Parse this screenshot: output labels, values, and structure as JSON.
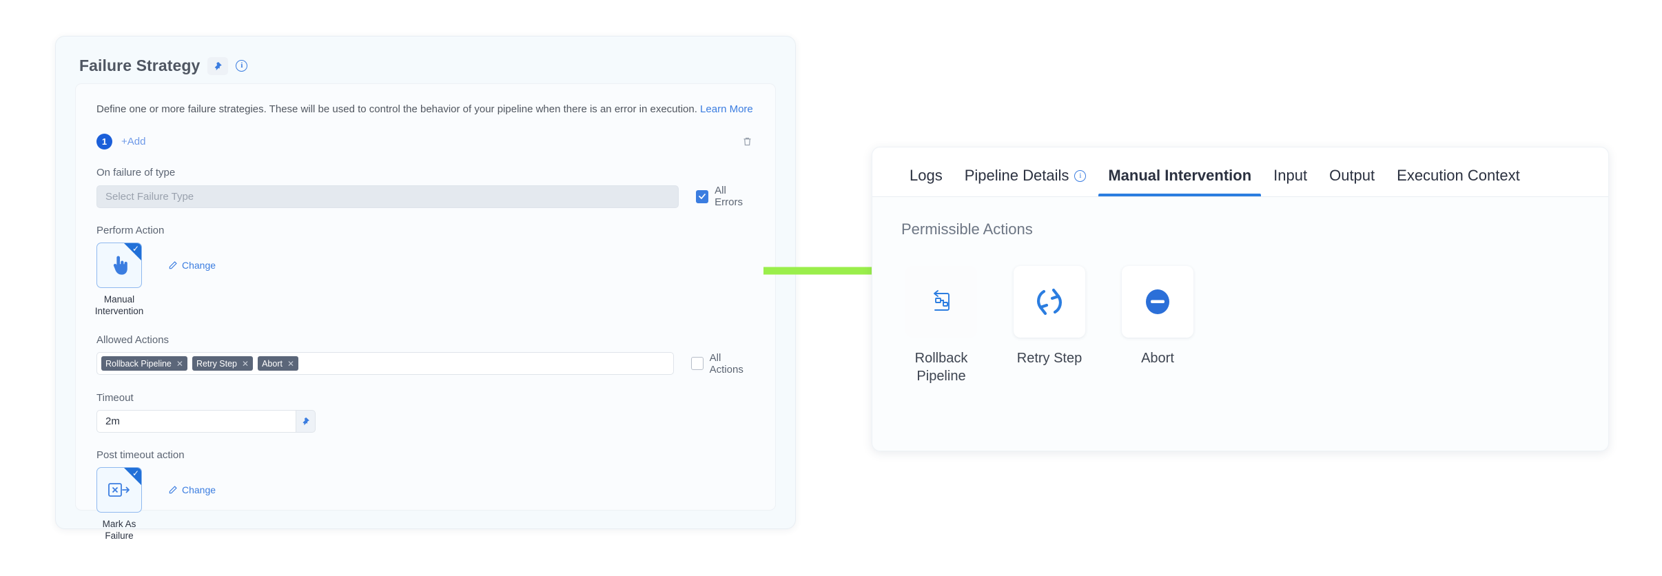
{
  "failure_strategy": {
    "title": "Failure Strategy",
    "pin_icon": "pin-icon",
    "info_icon": "info-icon",
    "description": "Define one or more failure strategies. These will be used to control the behavior of your pipeline when there is an error in execution.",
    "learn_more": "Learn More",
    "strategy_index": "1",
    "add_label": "+Add",
    "delete_icon": "trash-icon",
    "fields": {
      "on_failure_label": "On failure of type",
      "failure_type_placeholder": "Select Failure Type",
      "failure_type_value": "",
      "all_errors_label": "All Errors",
      "all_errors_checked": true,
      "perform_action_label": "Perform Action",
      "perform_action_value": "Manual Intervention",
      "perform_action_icon": "hand-pointer-icon",
      "change_label": "Change",
      "allowed_actions_label": "Allowed Actions",
      "all_actions_label": "All Actions",
      "all_actions_checked": false,
      "timeout_label": "Timeout",
      "timeout_value": "2m",
      "timeout_pin_icon": "pin-icon",
      "post_timeout_label": "Post timeout action",
      "post_timeout_value": "Mark As Failure",
      "post_timeout_icon": "mark-as-failure-icon"
    },
    "allowed_actions_chips": [
      {
        "label": "Rollback Pipeline",
        "remove_icon": "close-icon"
      },
      {
        "label": "Retry Step",
        "remove_icon": "close-icon"
      },
      {
        "label": "Abort",
        "remove_icon": "close-icon"
      }
    ]
  },
  "manual_intervention": {
    "tabs": [
      {
        "label": "Logs",
        "active": false,
        "info": false
      },
      {
        "label": "Pipeline Details",
        "active": false,
        "info": true
      },
      {
        "label": "Manual Intervention",
        "active": true,
        "info": false
      },
      {
        "label": "Input",
        "active": false,
        "info": false
      },
      {
        "label": "Output",
        "active": false,
        "info": false
      },
      {
        "label": "Execution Context",
        "active": false,
        "info": false
      }
    ],
    "heading": "Permissible Actions",
    "actions": [
      {
        "label": "Rollback Pipeline",
        "icon": "rollback-pipeline-icon"
      },
      {
        "label": "Retry Step",
        "icon": "retry-step-icon"
      },
      {
        "label": "Abort",
        "icon": "abort-icon"
      }
    ]
  },
  "annotation": {
    "arrow_icon": "green-arrow-icon",
    "arrow_color": "#9aee4b"
  },
  "colors": {
    "accent_blue": "#3b7de0",
    "badge_blue": "#1b5fd9",
    "chip_slate": "#5b6679",
    "arrow_green": "#9aee4b"
  }
}
